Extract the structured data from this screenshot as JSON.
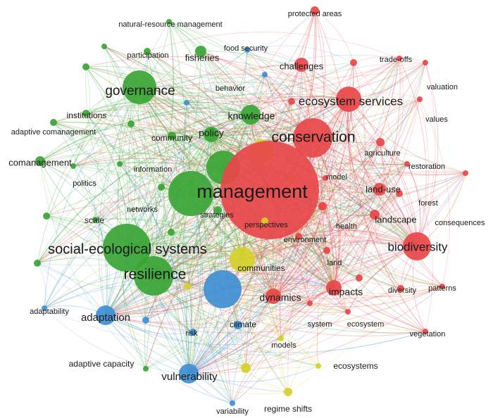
{
  "colors": {
    "red": "#e8464a",
    "green": "#3aa535",
    "blue": "#3f8fd2",
    "yellow": "#d5d12a"
  },
  "nodes": [
    {
      "id": "management",
      "label": "management",
      "cluster": "red"
    },
    {
      "id": "conservation",
      "label": "conservation",
      "cluster": "red"
    },
    {
      "id": "ecosystem-services",
      "label": "ecosystem services",
      "cluster": "red"
    },
    {
      "id": "biodiversity",
      "label": "biodiversity",
      "cluster": "red"
    },
    {
      "id": "challenges",
      "label": "challenges",
      "cluster": "red"
    },
    {
      "id": "protected-areas",
      "label": "protected areas",
      "cluster": "red"
    },
    {
      "id": "trade-offs",
      "label": "trade-offs",
      "cluster": "red"
    },
    {
      "id": "valuation",
      "label": "valuation",
      "cluster": "red"
    },
    {
      "id": "values",
      "label": "values",
      "cluster": "red"
    },
    {
      "id": "agriculture",
      "label": "agriculture",
      "cluster": "red"
    },
    {
      "id": "restoration",
      "label": "restoration",
      "cluster": "red"
    },
    {
      "id": "model",
      "label": "model",
      "cluster": "red"
    },
    {
      "id": "land-use",
      "label": "land-use",
      "cluster": "red"
    },
    {
      "id": "forest",
      "label": "forest",
      "cluster": "red"
    },
    {
      "id": "landscape",
      "label": "landscape",
      "cluster": "red"
    },
    {
      "id": "consequences",
      "label": "consequences",
      "cluster": "red"
    },
    {
      "id": "health",
      "label": "health",
      "cluster": "red"
    },
    {
      "id": "environment",
      "label": "environment",
      "cluster": "red"
    },
    {
      "id": "land",
      "label": "land",
      "cluster": "red"
    },
    {
      "id": "dynamics",
      "label": "dynamics",
      "cluster": "red"
    },
    {
      "id": "impacts",
      "label": "impacts",
      "cluster": "red"
    },
    {
      "id": "diversity",
      "label": "diversity",
      "cluster": "red"
    },
    {
      "id": "patterns",
      "label": "patterns",
      "cluster": "red"
    },
    {
      "id": "system",
      "label": "system",
      "cluster": "red"
    },
    {
      "id": "ecosystem",
      "label": "ecosystem",
      "cluster": "red"
    },
    {
      "id": "vegetation",
      "label": "vegetation",
      "cluster": "red"
    },
    {
      "id": "governance",
      "label": "governance",
      "cluster": "green"
    },
    {
      "id": "social-ecological-systems",
      "label": "social-ecological systems",
      "cluster": "green"
    },
    {
      "id": "resilience",
      "label": "resilience",
      "cluster": "green"
    },
    {
      "id": "knowledge",
      "label": "knowledge",
      "cluster": "green"
    },
    {
      "id": "policy",
      "label": "policy",
      "cluster": "green"
    },
    {
      "id": "community",
      "label": "community",
      "cluster": "green"
    },
    {
      "id": "fisheries",
      "label": "fisheries",
      "cluster": "green"
    },
    {
      "id": "participation",
      "label": "participation",
      "cluster": "green"
    },
    {
      "id": "natural-resource-management",
      "label": "natural-resource management",
      "cluster": "green"
    },
    {
      "id": "institutions",
      "label": "institutions",
      "cluster": "green"
    },
    {
      "id": "adaptive-comanagement",
      "label": "adaptive comanagement",
      "cluster": "green"
    },
    {
      "id": "comanagement",
      "label": "comanagement",
      "cluster": "green"
    },
    {
      "id": "politics",
      "label": "politics",
      "cluster": "green"
    },
    {
      "id": "information",
      "label": "information",
      "cluster": "green"
    },
    {
      "id": "networks",
      "label": "networks",
      "cluster": "green"
    },
    {
      "id": "scale",
      "label": "scale",
      "cluster": "green"
    },
    {
      "id": "strategies",
      "label": "strategies",
      "cluster": "green"
    },
    {
      "id": "adaptive-capacity",
      "label": "adaptive capacity",
      "cluster": "green"
    },
    {
      "id": "behavior",
      "label": "behavior",
      "cluster": "blue"
    },
    {
      "id": "adaptation",
      "label": "adaptation",
      "cluster": "blue"
    },
    {
      "id": "adaptability",
      "label": "adaptability",
      "cluster": "blue"
    },
    {
      "id": "vulnerability",
      "label": "vulnerability",
      "cluster": "blue"
    },
    {
      "id": "risk",
      "label": "risk",
      "cluster": "blue"
    },
    {
      "id": "variability",
      "label": "variability",
      "cluster": "blue"
    },
    {
      "id": "food-security",
      "label": "food security",
      "cluster": "blue"
    },
    {
      "id": "climate",
      "label": "climate",
      "cluster": "blue"
    },
    {
      "id": "communities",
      "label": "communities",
      "cluster": "yellow"
    },
    {
      "id": "perspectives",
      "label": "perspectives",
      "cluster": "yellow"
    },
    {
      "id": "models",
      "label": "models",
      "cluster": "yellow"
    },
    {
      "id": "ecosystems",
      "label": "ecosystems",
      "cluster": "yellow"
    },
    {
      "id": "regime-shifts",
      "label": "regime shifts",
      "cluster": "yellow"
    }
  ]
}
